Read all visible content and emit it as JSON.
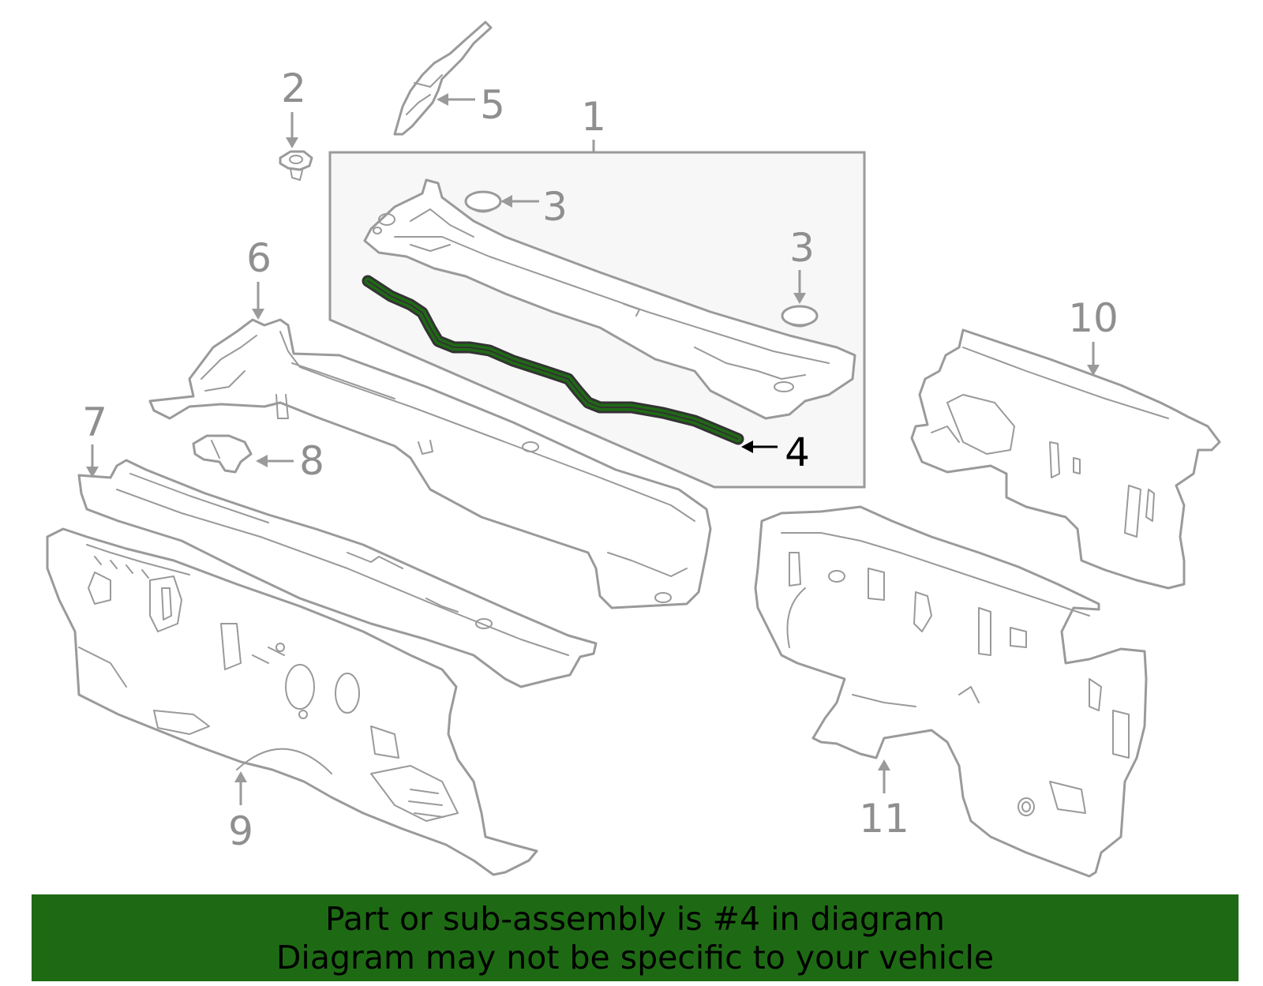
{
  "callouts": {
    "c1": "1",
    "c2": "2",
    "c3a": "3",
    "c3b": "3",
    "c4": "4",
    "c5": "5",
    "c6": "6",
    "c7": "7",
    "c8": "8",
    "c9": "9",
    "c10": "10",
    "c11": "11"
  },
  "highlighted_part": "4",
  "colors": {
    "banner_bg": "#1e6a14",
    "part_stroke": "#9a9a9a",
    "highlight_fill": "#1e6a14",
    "assembly_box_bg": "#f7f7f7"
  },
  "banner": {
    "line1": "Part or sub-assembly is #4 in diagram",
    "line2": "Diagram may not be specific to your vehicle"
  }
}
